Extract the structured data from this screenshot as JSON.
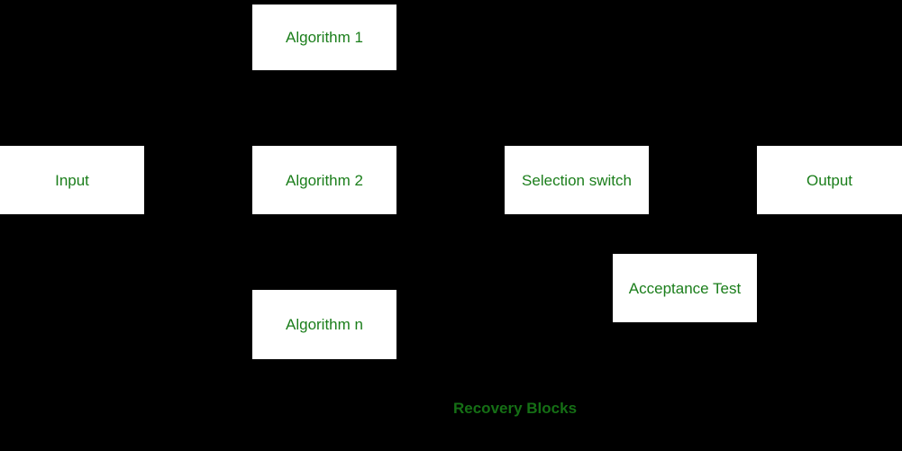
{
  "diagram": {
    "caption": "Recovery Blocks",
    "colors": {
      "background": "#000000",
      "box_fill": "#ffffff",
      "box_text": "#1b7e1b",
      "caption_text": "#156f15"
    },
    "nodes": {
      "input": {
        "label": "Input"
      },
      "algorithm1": {
        "label": "Algorithm 1"
      },
      "algorithm2": {
        "label": "Algorithm 2"
      },
      "algorithmn": {
        "label": "Algorithm n"
      },
      "selection_switch": {
        "label": "Selection switch"
      },
      "output": {
        "label": "Output"
      },
      "acceptance_test": {
        "label": "Acceptance Test"
      }
    }
  }
}
